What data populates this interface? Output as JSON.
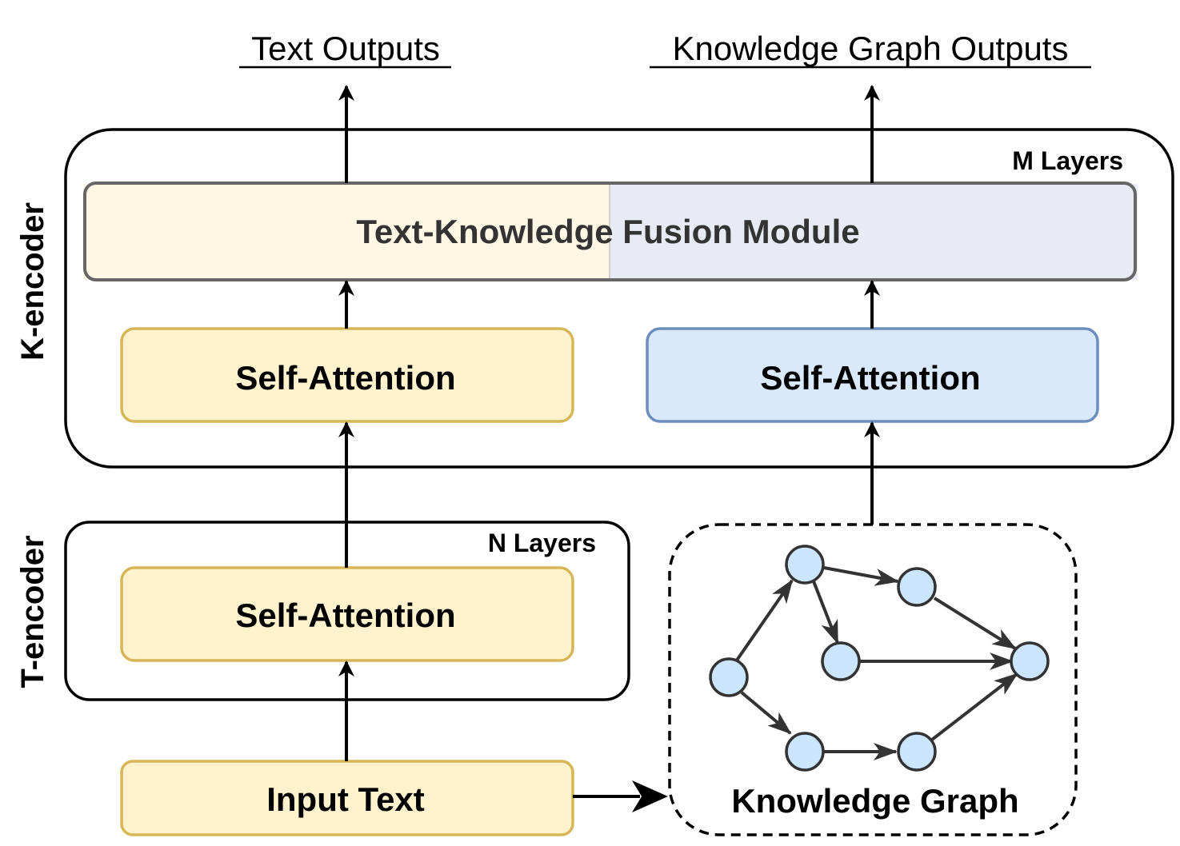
{
  "outputs": {
    "text": "Text Outputs",
    "knowledge_graph": "Knowledge Graph Outputs"
  },
  "k_encoder": {
    "label": "K-encoder",
    "layers": "M Layers",
    "fusion_module": "Text-Knowledge Fusion Module",
    "text_self_attention": "Self-Attention",
    "kg_self_attention": "Self-Attention"
  },
  "t_encoder": {
    "label": "T-encoder",
    "layers": "N Layers",
    "self_attention": "Self-Attention"
  },
  "input_text": "Input Text",
  "knowledge_graph": {
    "label": "Knowledge Graph"
  },
  "colors": {
    "text_fill": "#fff2cc",
    "text_stroke": "#d6b656",
    "kg_fill": "#dae8fc",
    "kg_stroke": "#6c8ebf",
    "fusion_left": "#fff6e3",
    "fusion_right": "#e8ebf3",
    "node_fill": "#cce5ff",
    "edge": "#333333"
  }
}
